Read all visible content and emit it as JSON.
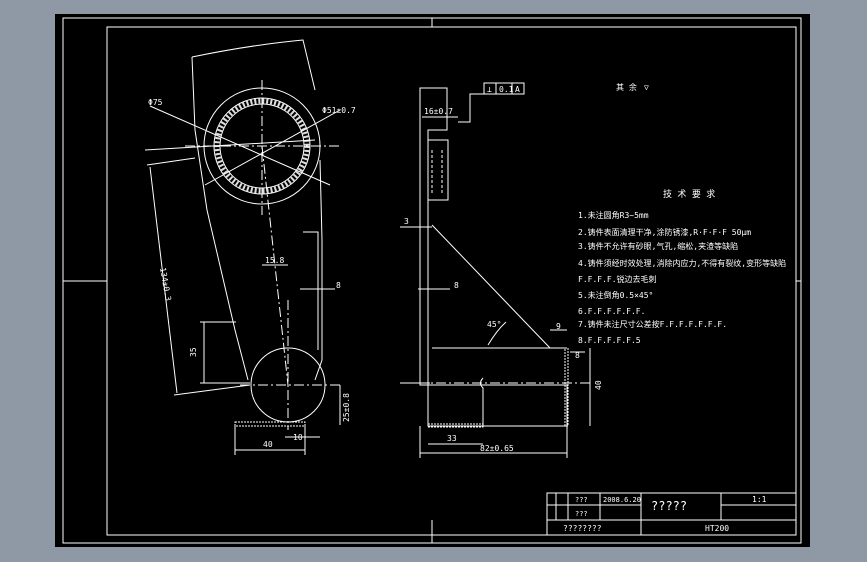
{
  "colors": {
    "outer_background": "#8f98a5",
    "canvas": "#000000",
    "line": "#ffffff",
    "hatch_cross": "#e8e8e8"
  },
  "dimensions": {
    "dia_outer": "Φ75",
    "dia_inner": "Φ51±0.7",
    "angled_length": "134±0.3",
    "offset_35": "35",
    "offset_15_8": "15.8",
    "dim_8_left": "8",
    "dim_40_left": "40",
    "dim_10": "10",
    "dim_25": "25±0.8",
    "dim_16": "16±0.7",
    "dim_3": "3",
    "dim_8_right": "8",
    "angle_45": "45°",
    "dim_9": "9",
    "dim_8_small": "8",
    "dim_40_right": "40",
    "dim_33": "33",
    "dim_82": "82±0.65"
  },
  "tolerance_frame": {
    "symbol": "⊥",
    "value": "0.1",
    "datum": "A"
  },
  "roughness_note": {
    "label": "其 余",
    "symbol": "▽"
  },
  "tech_req": {
    "title": "技 术 要 求",
    "lines": [
      "1.未注圆角R3~5mm",
      "2.铸件表面清理干净,涂防锈漆,R·F·F·F 50μm",
      "3.铸件不允许有砂眼,气孔,缩松,夹渣等缺陷",
      "4.铸件须经时效处理,消除内应力,不得有裂纹,变形等缺陷",
      "F.F.F.F.锐边去毛刺",
      "5.未注倒角0.5×45°",
      "6.F.F.F.F.F.F.",
      "7.铸件未注尺寸公差按F.F.F.F.F.F.F.",
      "8.F.F.F.F.F.5"
    ]
  },
  "title_block": {
    "designer": "???",
    "date": "2008.6.20",
    "checker": "???",
    "part_name": "?????",
    "scale": "1:1",
    "school": "????????",
    "material": "HT200"
  }
}
